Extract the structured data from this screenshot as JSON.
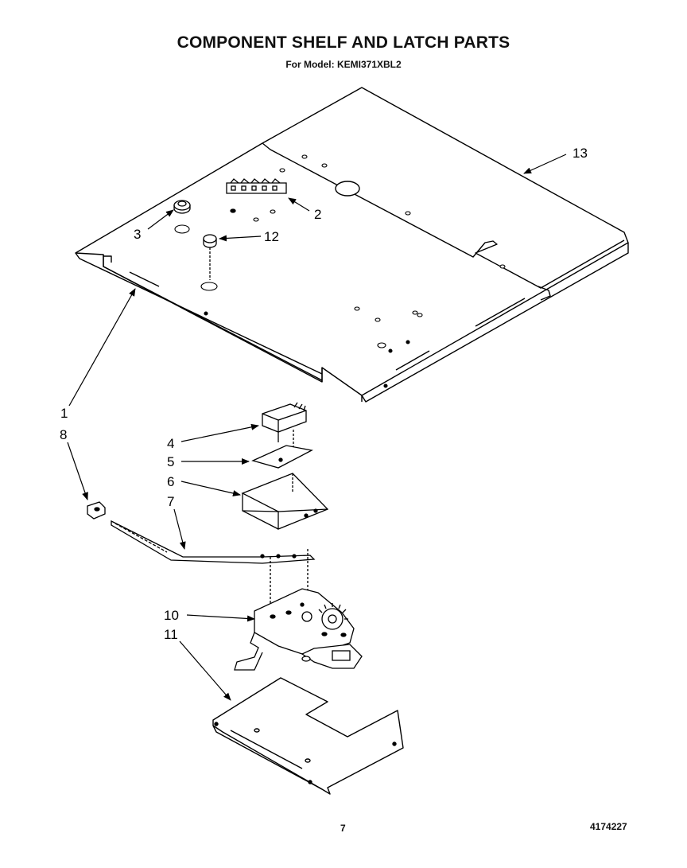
{
  "header": {
    "title": "COMPONENT SHELF AND LATCH PARTS",
    "model_line": "For Model: KEMI371XBL2"
  },
  "callouts": [
    {
      "id": "callout-1",
      "label": "1"
    },
    {
      "id": "callout-2",
      "label": "2"
    },
    {
      "id": "callout-3",
      "label": "3"
    },
    {
      "id": "callout-4",
      "label": "4"
    },
    {
      "id": "callout-5",
      "label": "5"
    },
    {
      "id": "callout-6",
      "label": "6"
    },
    {
      "id": "callout-7",
      "label": "7"
    },
    {
      "id": "callout-8",
      "label": "8"
    },
    {
      "id": "callout-10",
      "label": "10"
    },
    {
      "id": "callout-11",
      "label": "11"
    },
    {
      "id": "callout-12",
      "label": "12"
    },
    {
      "id": "callout-13",
      "label": "13"
    }
  ],
  "footer": {
    "page_number": "7",
    "document_number": "4174227"
  }
}
